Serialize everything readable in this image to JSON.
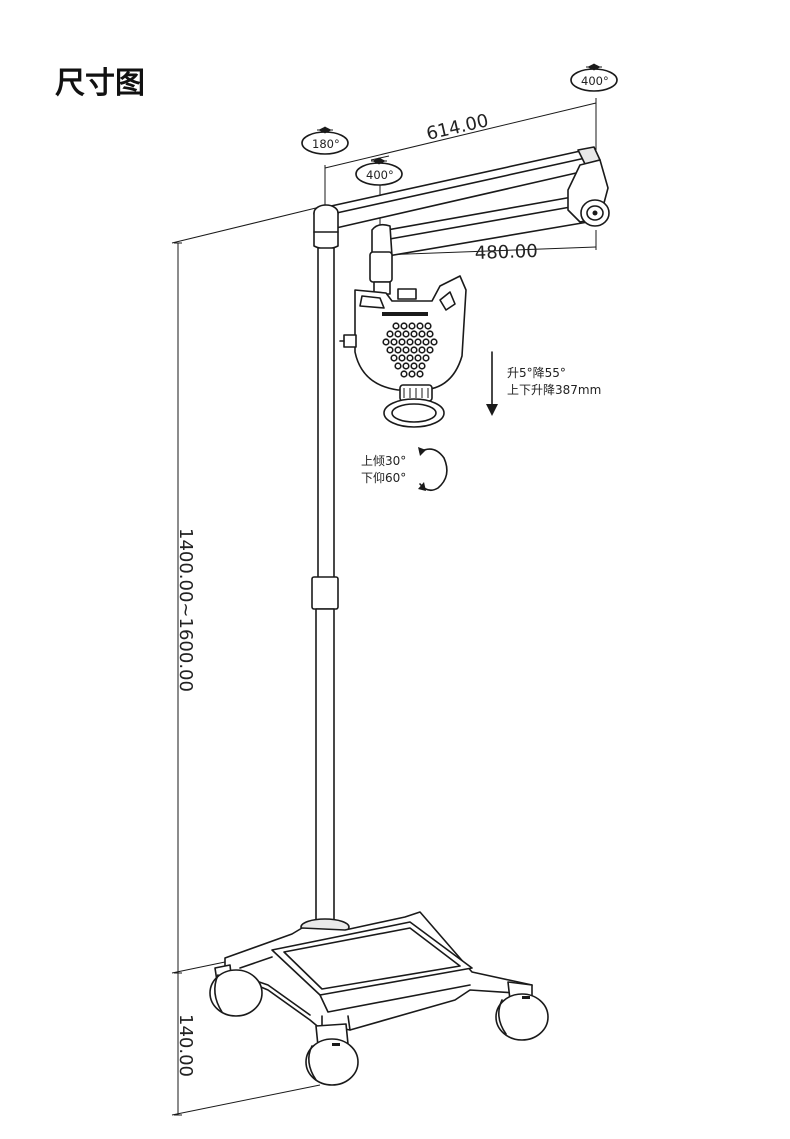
{
  "title": "尺寸图",
  "dimensions": {
    "arm_upper": "614.00",
    "arm_lower": "480.00",
    "height_range": "1400.00~1600.00",
    "base_height": "140.00"
  },
  "rotation_badges": {
    "pole_top": "180°",
    "arm_mid": "400°",
    "arm_end": "400°"
  },
  "lift_note": {
    "line1": "升5°降55°",
    "line2": "上下升降387mm"
  },
  "tilt_note": {
    "line1": "上倾30°",
    "line2": "下仰60°"
  }
}
